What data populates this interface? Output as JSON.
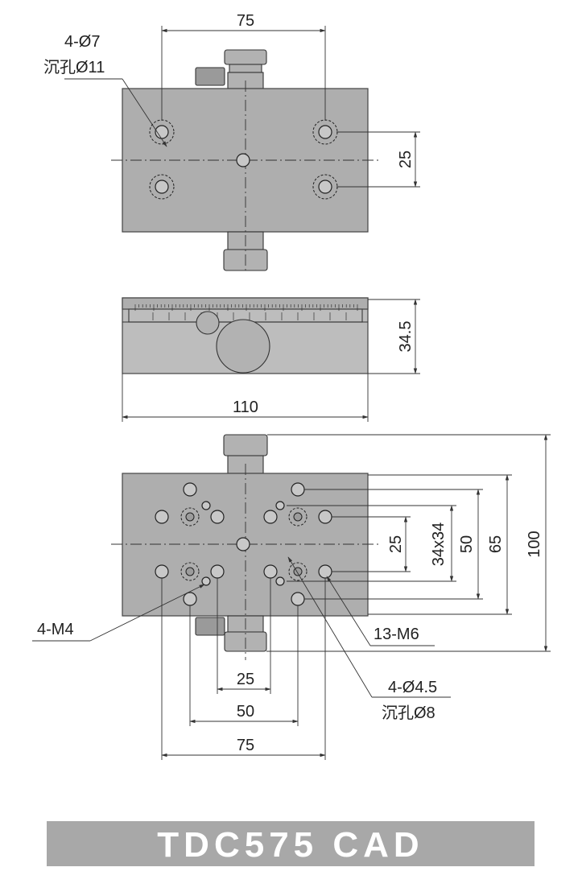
{
  "title": "TDC575 CAD",
  "top_view": {
    "dim_width": "75",
    "hole_callout_line1": "4-Ø7",
    "hole_callout_line2": "沉孔Ø11",
    "dim_pitch": "25"
  },
  "side_view": {
    "dim_height": "34.5",
    "dim_length": "110"
  },
  "bottom_view": {
    "dim_25_v": "25",
    "dim_34x34": "34x34",
    "dim_50_v": "50",
    "dim_65": "65",
    "dim_100": "100",
    "dim_25_h": "25",
    "dim_50_h": "50",
    "dim_75_h": "75",
    "callout_m4": "4-M4",
    "callout_m6": "13-M6",
    "callout_cbore_line1": "4-Ø4.5",
    "callout_cbore_line2": "沉孔Ø8"
  },
  "colors": {
    "plate": "#aeaeae",
    "banner": "#a8a8a8",
    "banner_text": "#ffffff"
  }
}
